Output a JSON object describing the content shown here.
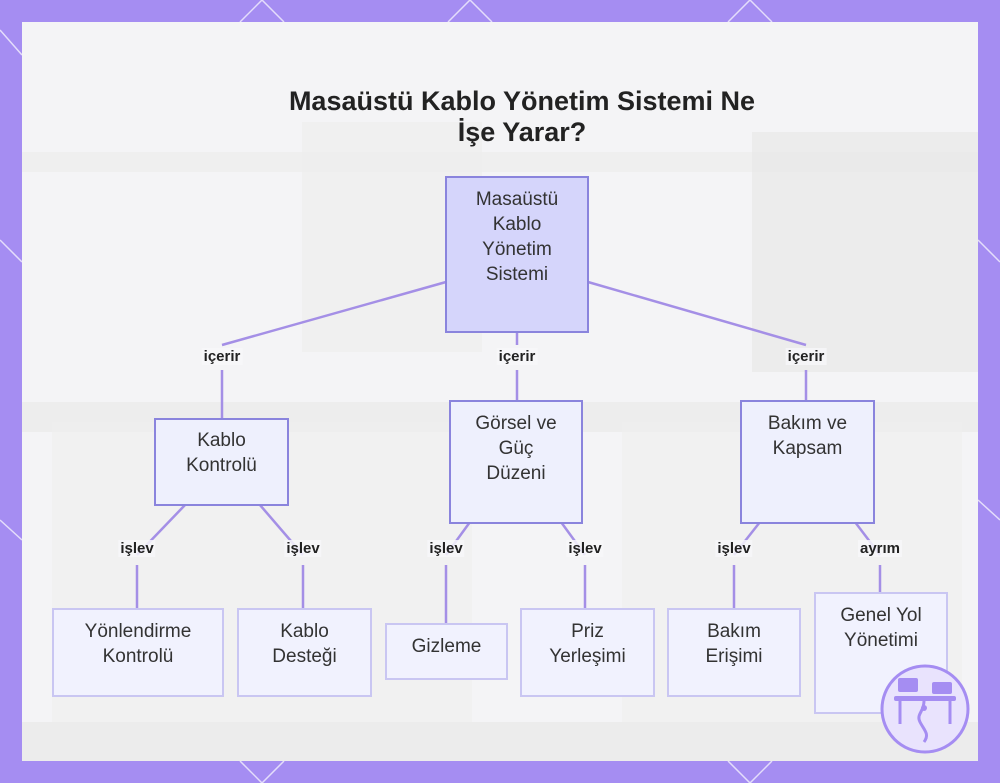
{
  "title_lines": [
    "Masaüstü Kablo Yönetim Sistemi Ne",
    "İşe Yarar?"
  ],
  "root": {
    "lines": [
      "Masaüstü",
      "Kablo",
      "Yönetim",
      "Sistemi"
    ]
  },
  "branches": [
    {
      "edge": "içerir",
      "lines": [
        "Kablo",
        "Kontrolü"
      ]
    },
    {
      "edge": "içerir",
      "lines": [
        "Görsel ve",
        "Güç",
        "Düzeni"
      ]
    },
    {
      "edge": "içerir",
      "lines": [
        "Bakım ve",
        "Kapsam"
      ]
    }
  ],
  "leaves": [
    {
      "edge": "işlev",
      "lines": [
        "Yönlendirme",
        "Kontrolü"
      ]
    },
    {
      "edge": "işlev",
      "lines": [
        "Kablo",
        "Desteği"
      ]
    },
    {
      "edge": "işlev",
      "lines": [
        "Gizleme"
      ]
    },
    {
      "edge": "işlev",
      "lines": [
        "Priz",
        "Yerleşimi"
      ]
    },
    {
      "edge": "işlev",
      "lines": [
        "Bakım",
        "Erişimi"
      ]
    },
    {
      "edge": "ayrım",
      "lines": [
        "Genel Yol",
        "Yönetimi"
      ]
    }
  ],
  "colors": {
    "frame": "#a58df2",
    "connector": "#a48fe6",
    "root_fill": "#d5d5fb",
    "node_border": "#8a84dd"
  },
  "icons": {
    "badge": "desk-cable-icon"
  }
}
